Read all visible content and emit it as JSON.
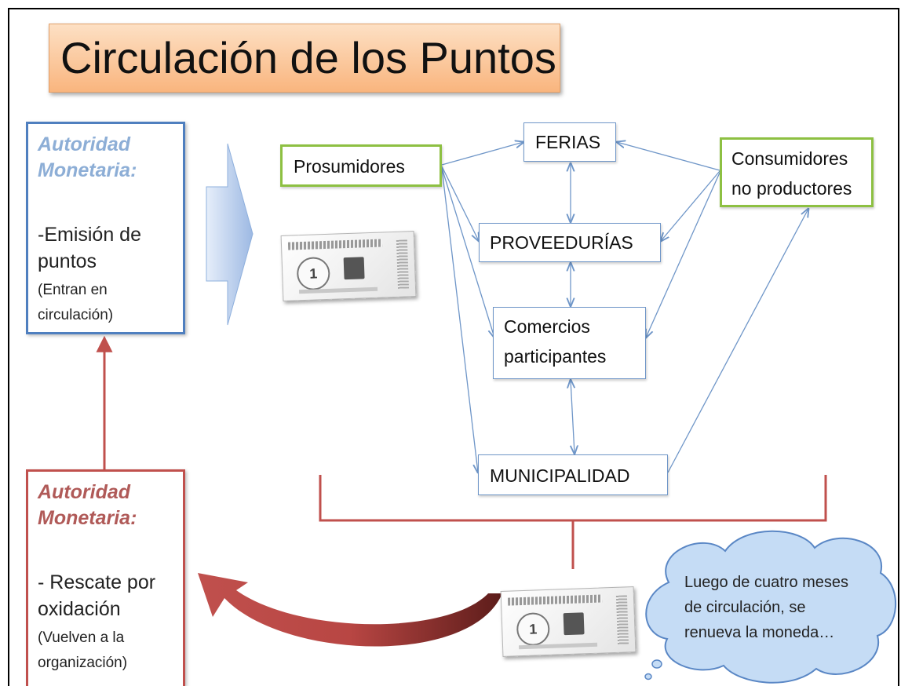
{
  "title": "Circulación de los Puntos",
  "emission": {
    "heading_1": "Autoridad",
    "heading_2": "Monetaria:",
    "line_1": "-Emisión de",
    "line_2": "puntos",
    "sub_1": "(Entran en",
    "sub_2": "circulación)"
  },
  "redemption": {
    "heading_1": "Autoridad",
    "heading_2": "Monetaria:",
    "line_1": "- Rescate por",
    "line_2": "oxidación",
    "sub_1": "(Vuelven a la",
    "sub_2": "organización)"
  },
  "nodes": {
    "prosumidores": "Prosumidores",
    "ferias": "FERIAS",
    "consumidores_1": "Consumidores",
    "consumidores_2": "no productores",
    "proveedurias": "PROVEEDURÍAS",
    "comercios_1": "Comercios",
    "comercios_2": "participantes",
    "municipalidad": "MUNICIPALIDAD"
  },
  "bill": {
    "denomination": "1"
  },
  "cloud": {
    "line_1": "Luego de cuatro meses",
    "line_2": "de circulación, se",
    "line_3": "renueva la moneda…"
  },
  "colors": {
    "blue_accent": "#4f7fbf",
    "red_accent": "#c0504d",
    "green_accent": "#8dc042",
    "flow_arrow": "#6f96c8",
    "title_fill": "#f9b57e"
  }
}
